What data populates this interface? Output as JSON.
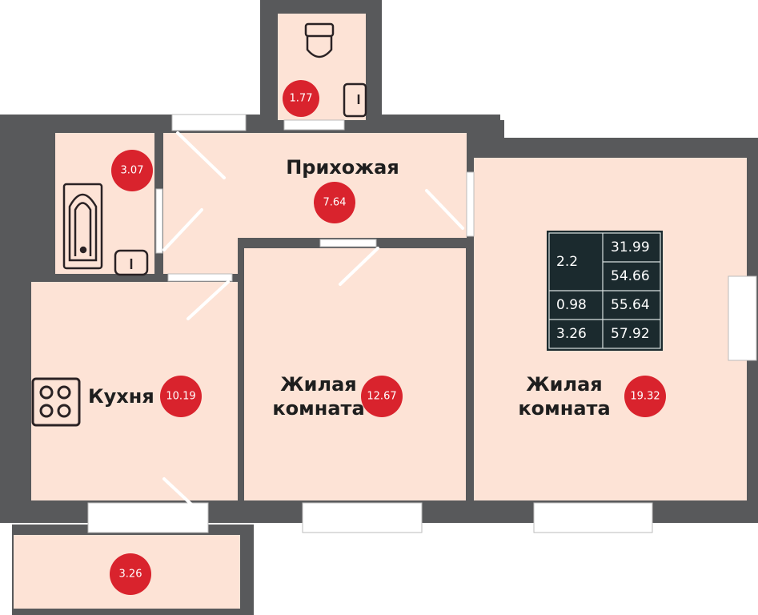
{
  "colors": {
    "wall": "#58595b",
    "floor": "#fde3d6",
    "area_badge": "#d9232d",
    "table_bg": "#1b2a2e",
    "fixture_line": "#2a2224"
  },
  "rooms": [
    {
      "id": "toilet",
      "area": "1.77"
    },
    {
      "id": "bathroom",
      "area": "3.07"
    },
    {
      "id": "hallway",
      "name": "Прихожая",
      "area": "7.64"
    },
    {
      "id": "kitchen",
      "name": "Кухня",
      "area": "10.19"
    },
    {
      "id": "living1",
      "name_line1": "Жилая",
      "name_line2": "комната",
      "area": "12.67"
    },
    {
      "id": "living2",
      "name_line1": "Жилая",
      "name_line2": "комната",
      "area": "19.32"
    },
    {
      "id": "balcony",
      "area": "3.26"
    }
  ],
  "summary_table": {
    "rows": [
      {
        "left": "2.2",
        "right_top": "31.99",
        "right_bottom": "54.66"
      },
      {
        "left": "0.98",
        "right": "55.64"
      },
      {
        "left": "3.26",
        "right": "57.92"
      }
    ]
  },
  "icons": [
    "toilet-icon",
    "sink-icon",
    "bathtub-icon",
    "stove-icon"
  ]
}
